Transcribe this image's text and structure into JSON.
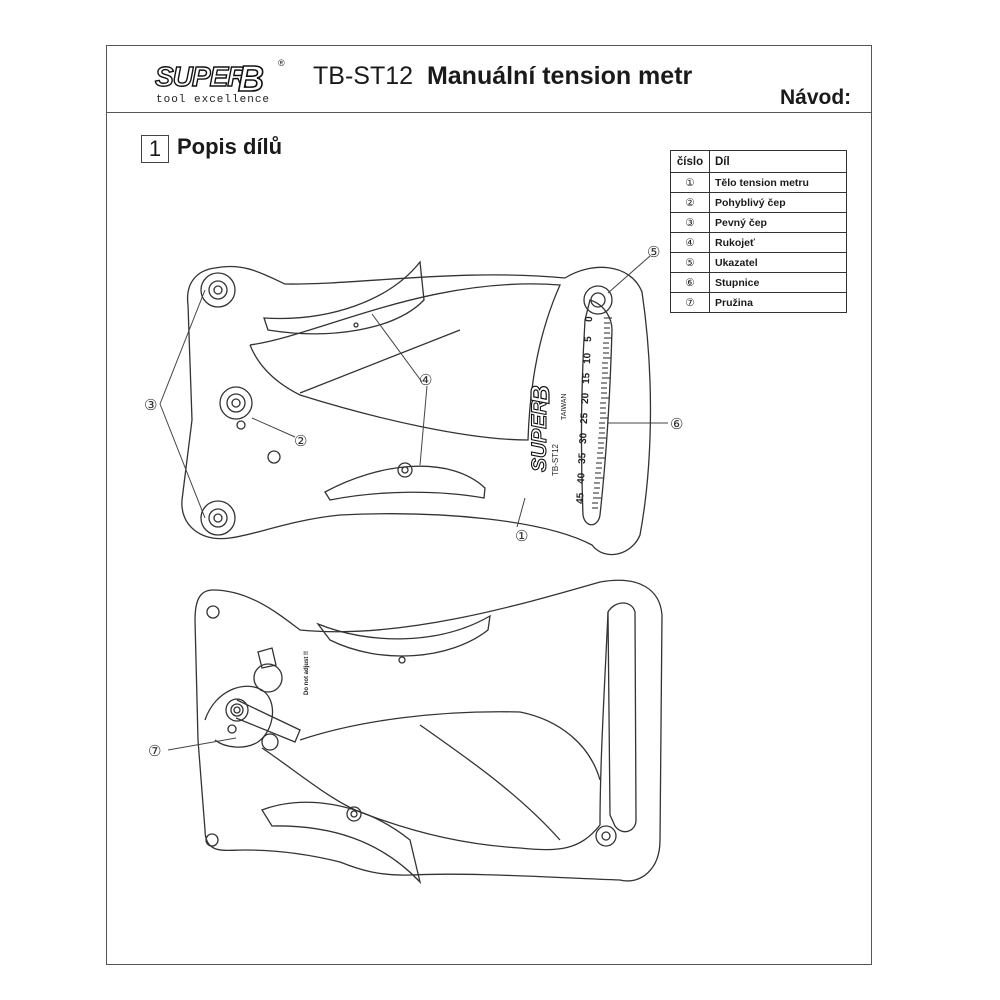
{
  "header": {
    "logo_super": "SUPER",
    "logo_b": "B",
    "logo_reg": "®",
    "logo_tagline": "tool excellence",
    "model": "TB-ST12",
    "title": "Manuální  tension metr",
    "navod": "Návod:"
  },
  "section": {
    "number": "1",
    "title": "Popis dílů"
  },
  "parts_table": {
    "headers": [
      "číslo",
      "Díl"
    ],
    "rows": [
      {
        "num": "①",
        "name": "Tělo tension metru"
      },
      {
        "num": "②",
        "name": "Pohyblivý čep"
      },
      {
        "num": "③",
        "name": "Pevný čep"
      },
      {
        "num": "④",
        "name": "Rukojeť"
      },
      {
        "num": "⑤",
        "name": "Ukazatel"
      },
      {
        "num": "⑥",
        "name": "Stupnice"
      },
      {
        "num": "⑦",
        "name": "Pružina"
      }
    ]
  },
  "drawing": {
    "callouts": [
      "①",
      "②",
      "③",
      "④",
      "⑤",
      "⑥",
      "⑦"
    ],
    "scale_labels": [
      "0",
      "5",
      "10",
      "15",
      "20",
      "25",
      "30",
      "35",
      "40",
      "45"
    ],
    "body_brand_super": "SUPER",
    "body_brand_b": "B",
    "body_brand_taiwan": "TAIWAN",
    "body_brand_model": "TB-ST12",
    "warning_label": "Do not adjust !!"
  }
}
